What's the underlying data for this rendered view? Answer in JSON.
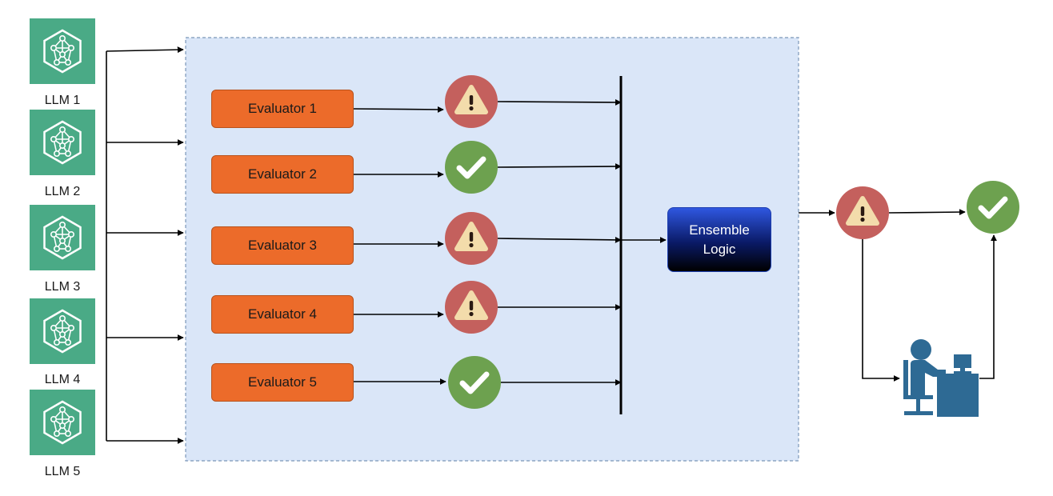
{
  "llms": [
    {
      "label": "LLM 1"
    },
    {
      "label": "LLM 2"
    },
    {
      "label": "LLM 3"
    },
    {
      "label": "LLM 4"
    },
    {
      "label": "LLM 5"
    }
  ],
  "evaluators": [
    {
      "label": "Evaluator 1",
      "result": "warning-icon"
    },
    {
      "label": "Evaluator 2",
      "result": "check-icon"
    },
    {
      "label": "Evaluator 3",
      "result": "warning-icon"
    },
    {
      "label": "Evaluator 4",
      "result": "warning-icon"
    },
    {
      "label": "Evaluator 5",
      "result": "check-icon"
    }
  ],
  "ensemble": {
    "line1": "Ensemble",
    "line2": "Logic"
  },
  "output": {
    "first": "warning-icon",
    "final": "check-icon",
    "reviewer": "human-reviewer-icon"
  },
  "colors": {
    "llm_tile": "#4aaa86",
    "evaluator": "#ec6b2a",
    "panel_fill": "#dae6f8",
    "panel_border": "#7b96b8",
    "warning_circle": "#c4605d",
    "warning_triangle": "#f3dcab",
    "check_circle": "#6da14f",
    "reviewer": "#2e6a94"
  }
}
